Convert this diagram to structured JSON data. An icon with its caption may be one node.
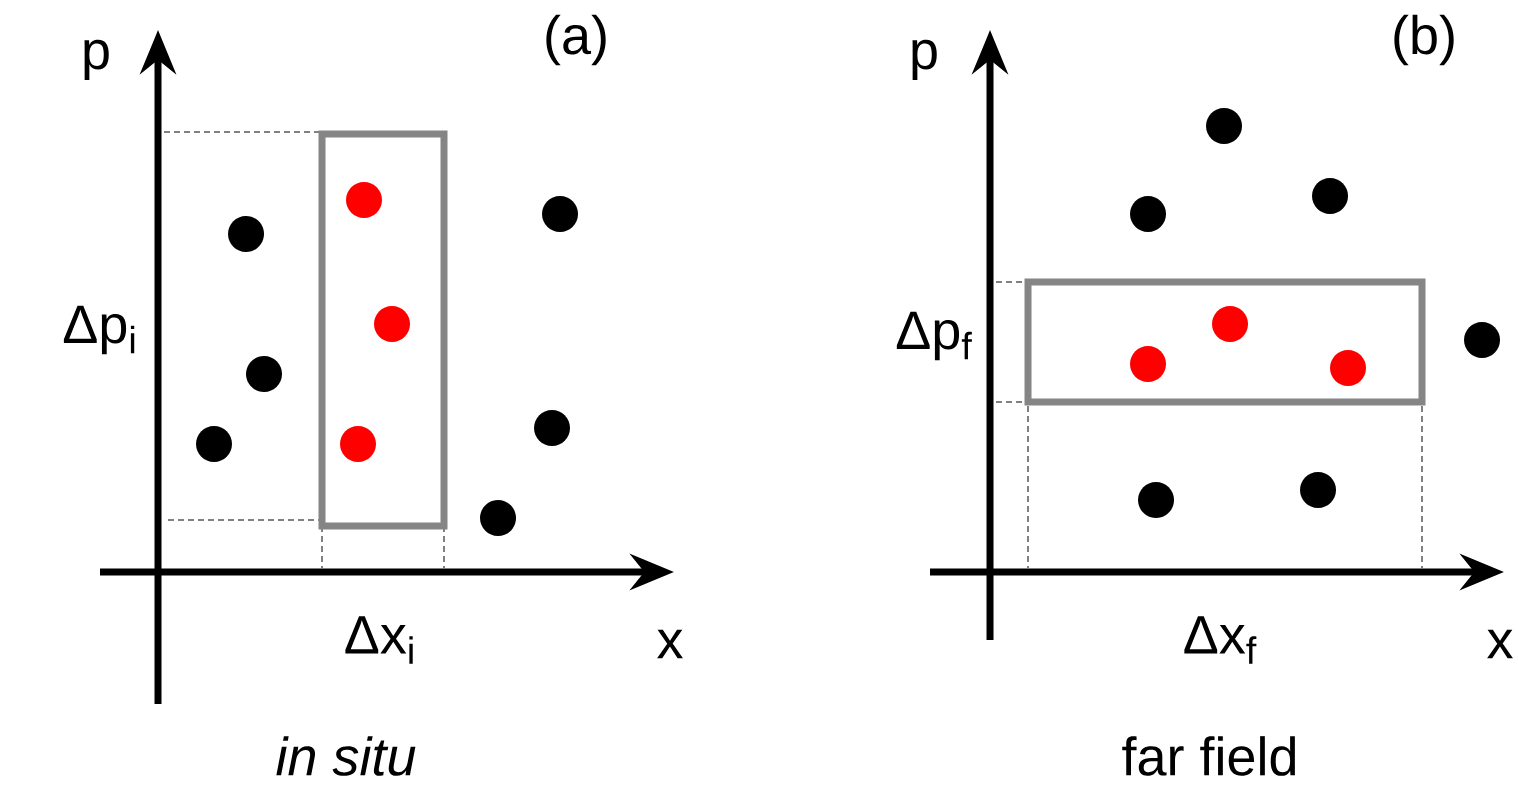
{
  "diagram": {
    "labels": [
      "(a)",
      "p",
      "Δp$_{i}$",
      "Δx$_{i}$",
      "x",
      "in situ",
      "(b)",
      "p",
      "Δp$_{f}$",
      "Δx$_{f}$",
      "x",
      "far field"
    ]
  }
}
